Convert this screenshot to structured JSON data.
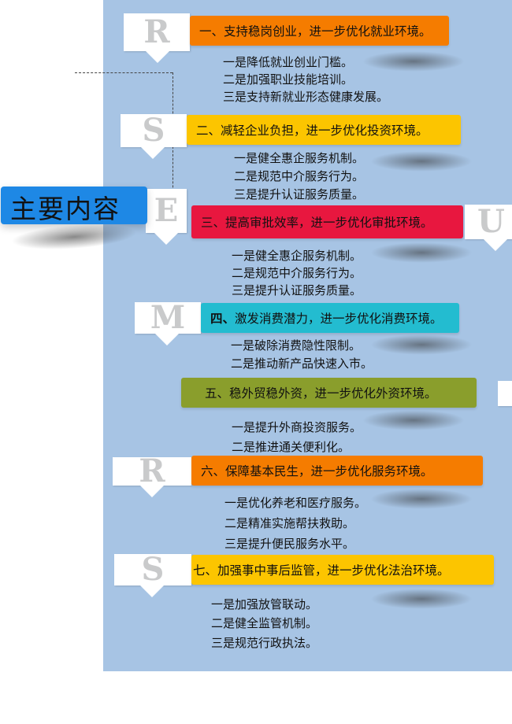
{
  "title": "主要内容",
  "tag_letters": [
    "R",
    "S",
    "E",
    "U",
    "M",
    "R",
    "S"
  ],
  "sections": [
    {
      "heading": "一、支持稳岗创业，进一步优化就业环境。",
      "items": [
        "一是降低就业创业门槛。",
        "二是加强职业技能培训。",
        "三是支持新就业形态健康发展。"
      ]
    },
    {
      "heading": "二、减轻企业负担，进一步优化投资环境。",
      "items": [
        "一是健全惠企服务机制。",
        "二是规范中介服务行为。",
        "三是提升认证服务质量。"
      ]
    },
    {
      "heading": "三、提高审批效率，进一步优化审批环境。",
      "items": [
        "一是健全惠企服务机制。",
        "二是规范中介服务行为。",
        "三是提升认证服务质量。"
      ]
    },
    {
      "heading_prefix": "四、",
      "heading": "激发消费潜力，进一步优化消费环境。",
      "items": [
        "一是破除消费隐性限制。",
        "二是推动新产品快速入市。"
      ]
    },
    {
      "heading": "五、稳外贸稳外资，进一步优化外资环境。",
      "items": [
        "一是提升外商投资服务。",
        "二是推进通关便利化。"
      ]
    },
    {
      "heading": "六、保障基本民生，进一步优化服务环境。",
      "items": [
        "一是优化养老和医疗服务。",
        "二是精准实施帮扶救助。",
        "三是提升便民服务水平。"
      ]
    },
    {
      "heading": "七、加强事中事后监管，进一步优化法治环境。",
      "items": [
        "一是加强放管联动。",
        "二是健全监管机制。",
        "三是规范行政执法。"
      ]
    }
  ],
  "colors": {
    "panel": "#a7c4e4",
    "title_box": "#1e88e5",
    "orange": "#f57c00",
    "yellow": "#fcc500",
    "red": "#e8173f",
    "teal": "#23bcd0",
    "olive": "#8a9e2c",
    "tag_letter": "#c9cacb"
  }
}
